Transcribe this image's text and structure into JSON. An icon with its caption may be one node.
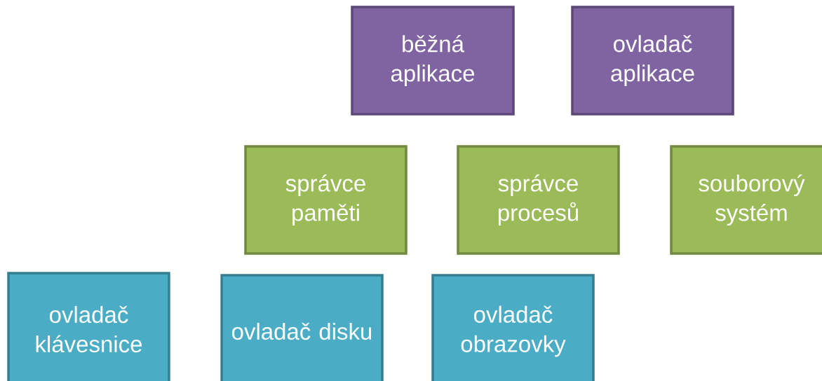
{
  "diagram": {
    "nodes": [
      {
        "text": [
          "běžná aplikace"
        ]
      },
      {
        "text": [
          "ovladač aplikace"
        ]
      },
      {
        "text": [
          "správce paměti"
        ]
      },
      {
        "text": [
          "správce procesů"
        ]
      },
      {
        "text": [
          "souborový systém"
        ]
      },
      {
        "text": [
          "ovladač klávesnice"
        ]
      },
      {
        "text": [
          "ovladač disku"
        ]
      },
      {
        "text": [
          "ovladač obrazovky"
        ]
      }
    ]
  }
}
